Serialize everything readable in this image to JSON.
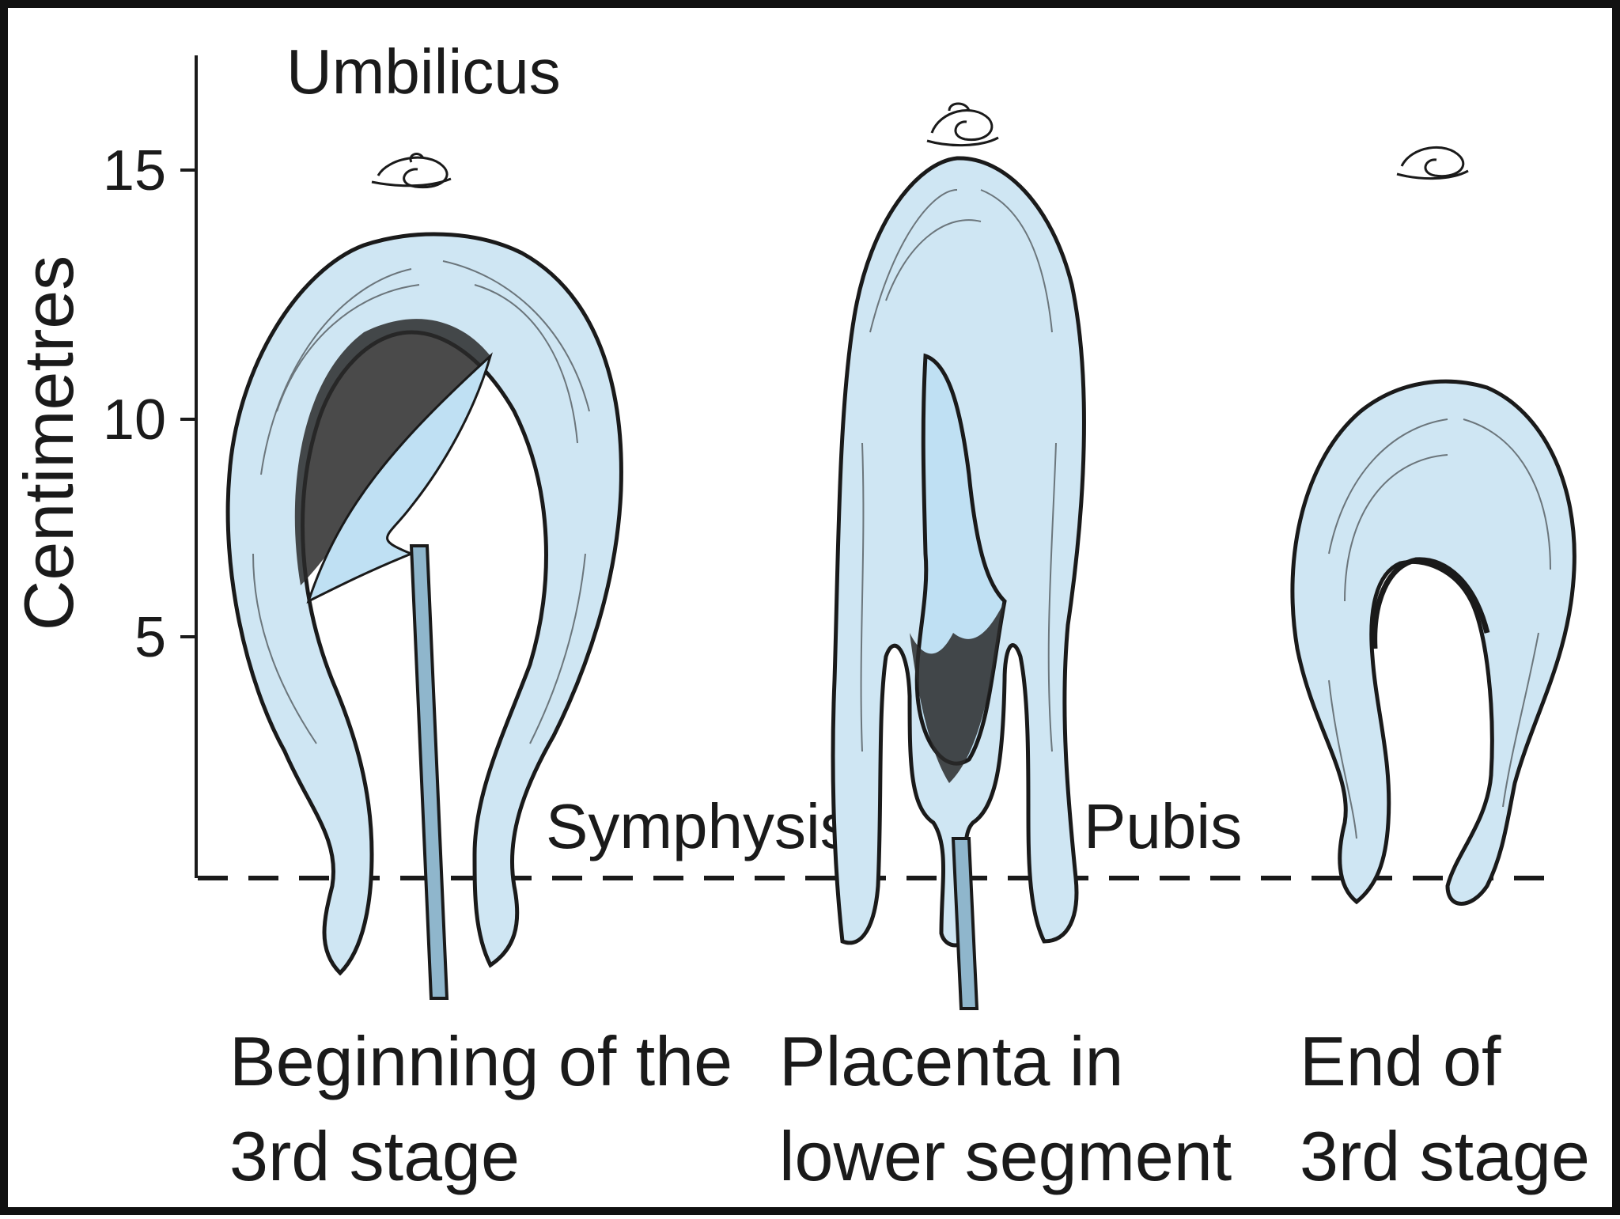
{
  "figure": {
    "labels": {
      "umbilicus": "Umbilicus",
      "symphysis": "Symphysis",
      "pubis": "Pubis",
      "y_axis": "Centimetres"
    },
    "axis": {
      "unit": "cm",
      "ticks": [
        "15",
        "10",
        "5"
      ]
    },
    "panels": [
      {
        "caption_line1": "Beginning of the",
        "caption_line2": "3rd stage"
      },
      {
        "caption_line1": "Placenta in",
        "caption_line2": "lower segment"
      },
      {
        "caption_line1": "End of",
        "caption_line2": "3rd stage"
      }
    ],
    "colors": {
      "uterus_fill": "#cfe6f3",
      "cavity_fill": "#bfe0f3",
      "outline": "#1a1a1a",
      "frame": "#111111"
    }
  }
}
